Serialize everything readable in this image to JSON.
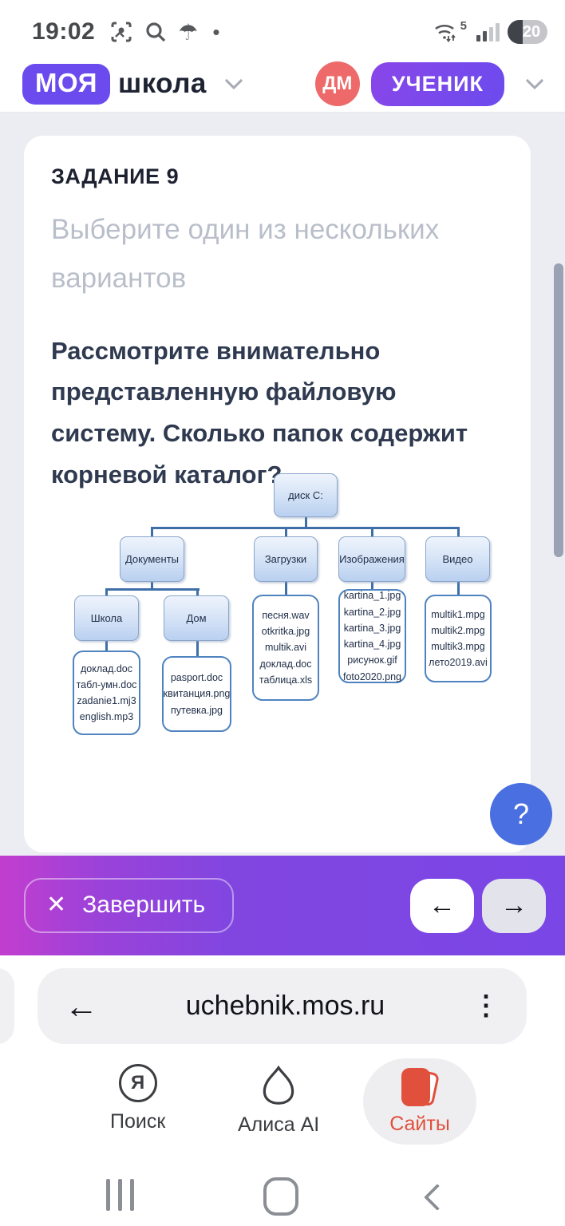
{
  "status_bar": {
    "time": "19:02",
    "wifi_badge": "5",
    "battery": "20"
  },
  "header": {
    "logo_primary": "МОЯ",
    "logo_secondary": "школа",
    "avatar_initials": "ДМ",
    "role_button": "УЧЕНИК"
  },
  "task": {
    "title": "ЗАДАНИЕ 9",
    "subtitle": "Выберите один из нескольких вариантов",
    "question": "Рассмотрите внимательно представленную файловую систему. Сколько папок содержит корневой каталог?"
  },
  "diagram": {
    "nodes": [
      {
        "id": "disk",
        "type": "folder",
        "label": "диск С:"
      },
      {
        "id": "dokumenty",
        "type": "folder",
        "label": "Документы"
      },
      {
        "id": "zagruzki",
        "type": "folder",
        "label": "Загрузки"
      },
      {
        "id": "izobrazheniya",
        "type": "folder",
        "label": "Изображения"
      },
      {
        "id": "video",
        "type": "folder",
        "label": "Видео"
      },
      {
        "id": "shkola",
        "type": "folder",
        "label": "Школа"
      },
      {
        "id": "dom",
        "type": "folder",
        "label": "Дом"
      },
      {
        "id": "shkola-files",
        "type": "files",
        "files": [
          "доклад.doc",
          "табл-умн.doc",
          "zadanie1.mj3",
          "english.mp3"
        ]
      },
      {
        "id": "dom-files",
        "type": "files",
        "files": [
          "pasport.doc",
          "квитанция.png",
          "путевка.jpg"
        ]
      },
      {
        "id": "zagruzki-files",
        "type": "files",
        "files": [
          "песня.wav",
          "otkritka.jpg",
          "multik.avi",
          "доклад.doc",
          "таблица.xls"
        ]
      },
      {
        "id": "izobrazheniya-files",
        "type": "files",
        "files": [
          "kartina_1.jpg",
          "kartina_2.jpg",
          "kartina_3.jpg",
          "kartina_4.jpg",
          "рисунок.gif",
          "foto2020.png"
        ]
      },
      {
        "id": "video-files",
        "type": "files",
        "files": [
          "multik1.mpg",
          "multik2.mpg",
          "multik3.mpg",
          "лето2019.avi"
        ]
      }
    ]
  },
  "quiz_bar": {
    "finish_label": "Завершить"
  },
  "browser": {
    "url": "uchebnik.mos.ru"
  },
  "yandex_bar": {
    "search_letter": "Я",
    "items": [
      {
        "label": "Поиск",
        "active": false
      },
      {
        "label": "Алиса AI",
        "active": false
      },
      {
        "label": "Сайты",
        "active": true
      }
    ]
  },
  "icons": {
    "close": "✕",
    "back_arrow": "←",
    "forward_arrow": "→",
    "question": "?",
    "kebab": "⋮",
    "umbrella": "☂",
    "dot": "•"
  },
  "colors": {
    "accent_purple": "#6b4bee",
    "avatar_red": "#ee6a6a",
    "help_blue": "#4a6fe0",
    "quiz_grad_start": "#c23ecf",
    "quiz_grad_end": "#7a46e6",
    "sites_red": "#e0503c"
  }
}
